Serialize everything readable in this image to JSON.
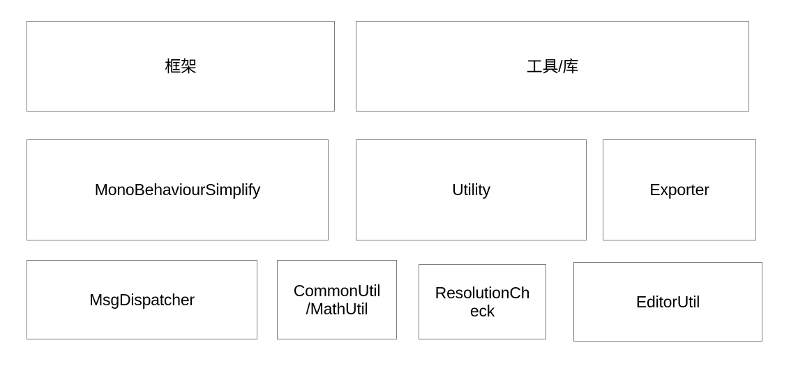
{
  "diagram": {
    "row1": {
      "framework": "框架",
      "tools": "工具/库"
    },
    "row2": {
      "mono": "MonoBehaviourSimplify",
      "utility": "Utility",
      "exporter": "Exporter"
    },
    "row3": {
      "msg_dispatcher": "MsgDispatcher",
      "common_util_line1": "CommonUtil",
      "common_util_line2": "/MathUtil",
      "resolution_line1": "ResolutionCh",
      "resolution_line2": "eck",
      "editor_util": "EditorUtil"
    },
    "colors": {
      "border": "#7f7f7f",
      "text": "#000000",
      "background": "#ffffff"
    }
  }
}
